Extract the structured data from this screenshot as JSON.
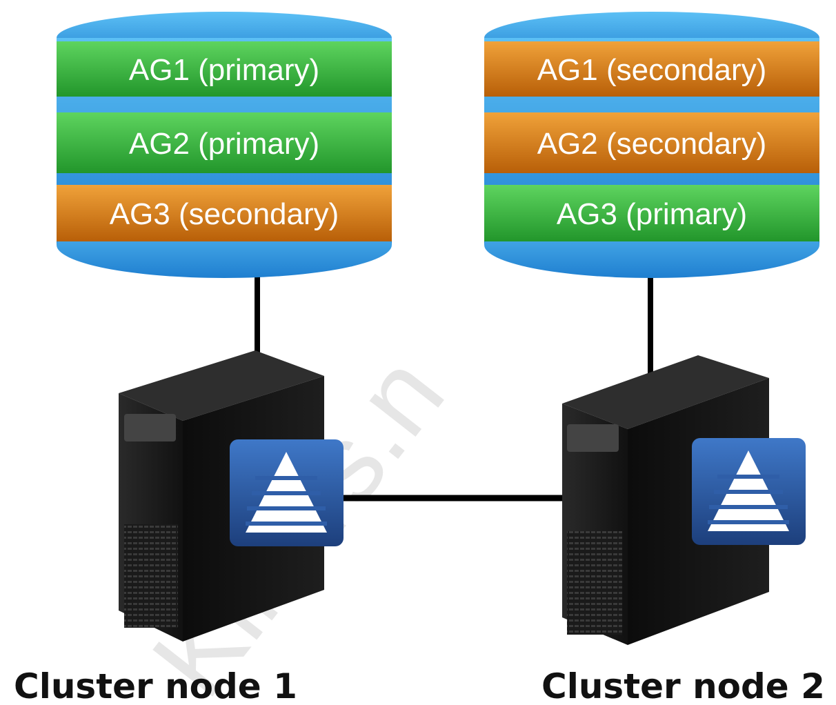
{
  "colors": {
    "primary": "#34b53c",
    "secondary": "#d77a12",
    "cylinder": "#3fa0e6",
    "server_body": "#1c1c1c",
    "badge": "#2f5ea8",
    "line": "#000000"
  },
  "icons": [
    "database-cylinder-icon",
    "server-tower-icon",
    "cluster-badge-icon"
  ],
  "watermark": "Killers.n",
  "nodes": [
    {
      "label": "Cluster node 1",
      "groups": [
        {
          "text": "AG1 (primary)",
          "role": "primary"
        },
        {
          "text": "AG2 (primary)",
          "role": "primary"
        },
        {
          "text": "AG3 (secondary)",
          "role": "secondary"
        }
      ]
    },
    {
      "label": "Cluster node 2",
      "groups": [
        {
          "text": "AG1 (secondary)",
          "role": "secondary"
        },
        {
          "text": "AG2 (secondary)",
          "role": "secondary"
        },
        {
          "text": "AG3 (primary)",
          "role": "primary"
        }
      ]
    }
  ]
}
